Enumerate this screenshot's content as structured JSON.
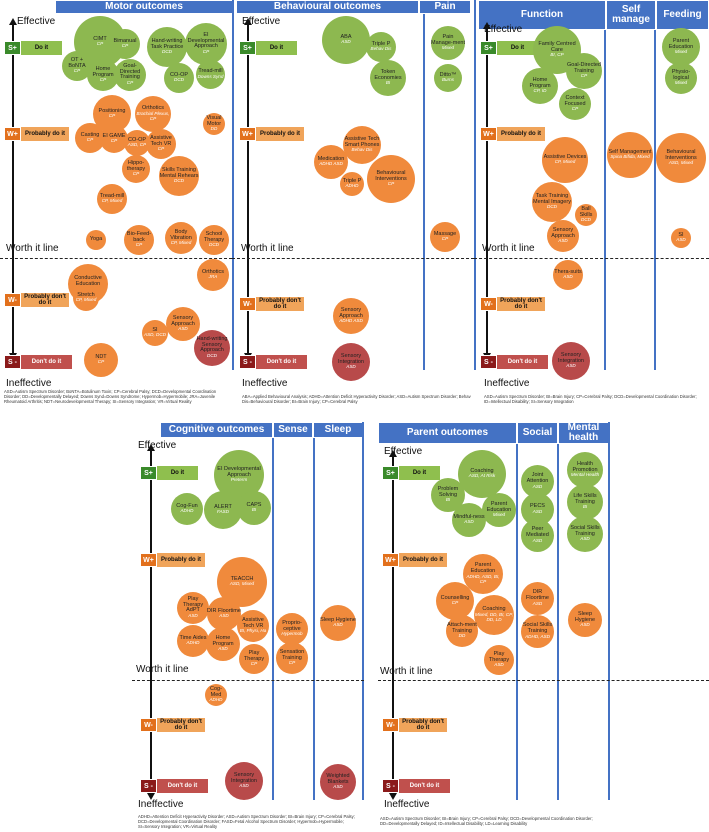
{
  "colors": {
    "header": "#4472c4",
    "green": "#8db850",
    "orange": "#f08a3c",
    "red": "#b84a4a"
  },
  "common": {
    "effective": "Effective",
    "ineffective": "Ineffective",
    "worth": "Worth it line",
    "sp": "S+",
    "wp": "W+",
    "wm": "W-",
    "sm": "S -",
    "do": "Do it",
    "pdo": "Probably do it",
    "pdont": "Probably don't do it",
    "dont": "Don't do it"
  },
  "headers": {
    "motor": "Motor outcomes",
    "behav": "Behavioural outcomes",
    "pain": "Pain",
    "function": "Function",
    "selfman": "Self manage",
    "feeding": "Feeding",
    "cog": "Cognitive outcomes",
    "sense": "Sense",
    "sleep": "Sleep",
    "parent": "Parent outcomes",
    "social": "Social",
    "mental": "Mental health"
  },
  "footnotes": {
    "motor": "ASD=Autism Spectrum Disorder; BoNTA=Botulinum Toxin; CP=Cerebral Palsy; DCD=Developmental Coordination Disorder; DD=Developmentally Delayed; Downs Synd=Downs Syndrome; Hypermob=Hypermobile; JRA=Juvenile Rheumatoid Arthritis; NDT=Neurodevelopmental Therapy; SI=Sensory Integration; VR=Virtual Reality",
    "behav": "ABA=Applied Behavioural Analysis; ADHD=Attention Deficit Hyperactivity Disorder; ASD=Autism Spectrum Disorder; Behav Dis=Behavioural Disorder; BI=Brain Injury; CP=Cerebral Palsy",
    "function": "ASD=Autism Spectrum Disorder; BI=Brain Injury; CP=Cerebral Palsy; DCD=Developmental Coordination Disorder; ID=Intellectual Disability; SI=Sensory Integration",
    "cog": "ADHD=Attention Deficit Hyperactivity Disorder; ASD=Autism Spectrum Disorder; BI=Brain Injury; CP=Cerebral Palsy; DCD=Developmental Coordination Disorder; FASD=Fetal Alcohol Spectrum Disorder; Hypermob=Hypermobile; SI=Sensory Integration; VR=Virtual Reality",
    "parent": "ASD=Autism Spectrum Disorder; BI=Brain Injury; CP=Cerebral Palsy; DCD=Developmental Coordination Disorder; DD=Developmentally Delayed; ID=Intellectual Disability; LD=Learning Disability"
  },
  "bubbles": [
    {
      "n": "CIMT",
      "s": "CP"
    },
    {
      "n": "Bimanual",
      "s": "CP"
    },
    {
      "n": "Hand-writing Task Practice",
      "s": "DCD"
    },
    {
      "n": "EI Developmental Approach",
      "s": "CP"
    },
    {
      "n": "OT + BoNTA",
      "s": "CP"
    },
    {
      "n": "Home Program",
      "s": "CP"
    },
    {
      "n": "Goal-Directed Training",
      "s": "CP"
    },
    {
      "n": "CO-OP",
      "s": "DCD"
    },
    {
      "n": "Tread-mill",
      "s": "Downs Synd"
    },
    {
      "n": "Positioning",
      "s": "CP"
    },
    {
      "n": "Orthotics",
      "s": "Brachial Plexus, CP"
    },
    {
      "n": "Visual Motor",
      "s": "DD"
    },
    {
      "n": "Casting",
      "s": "CP"
    },
    {
      "n": "EI GAME",
      "s": "CP"
    },
    {
      "n": "CO-OP",
      "s": "ASD, CP"
    },
    {
      "n": "Assistive Tech VR",
      "s": "CP"
    },
    {
      "n": "Hippo-therapy",
      "s": "CP"
    },
    {
      "n": "Skills Training Mental Rehears",
      "s": "DCD"
    },
    {
      "n": "Tread-mill",
      "s": "CP, Mixed"
    },
    {
      "n": "Yoga",
      "s": ""
    },
    {
      "n": "Bio-Feed-back",
      "s": "CP"
    },
    {
      "n": "Body Vibration",
      "s": "CP, Mixed"
    },
    {
      "n": "School Therapy",
      "s": "DCD"
    },
    {
      "n": "Conductive Education",
      "s": "CP"
    },
    {
      "n": "Stretch",
      "s": "CP, Mixed"
    },
    {
      "n": "Orthotics",
      "s": "JRA"
    },
    {
      "n": "SI",
      "s": "ASD, DCD"
    },
    {
      "n": "Sensory Approach",
      "s": "ASD"
    },
    {
      "n": "NDT",
      "s": "CP"
    },
    {
      "n": "Hand-writing Sensory Approach",
      "s": "DCD"
    },
    {
      "n": "ABA",
      "s": "ASD"
    },
    {
      "n": "Triple P",
      "s": "Behav Dis"
    },
    {
      "n": "Token Economies",
      "s": "BI"
    },
    {
      "n": "Assistive Tech Smart Phones",
      "s": "Behav Dis"
    },
    {
      "n": "Medication",
      "s": "ADHD ASD"
    },
    {
      "n": "Triple P",
      "s": "ADHD"
    },
    {
      "n": "Behavioural Interventions",
      "s": "CP"
    },
    {
      "n": "Sensory Approach",
      "s": "ADHD ASD"
    },
    {
      "n": "Sensory Integration",
      "s": "ASD"
    },
    {
      "n": "Pain Manage-ment",
      "s": "Mixed"
    },
    {
      "n": "Ditto™",
      "s": "Burns"
    },
    {
      "n": "Massage",
      "s": "CP"
    },
    {
      "n": "Family Centred Care",
      "s": "BI, CP"
    },
    {
      "n": "Goal-Directed Training",
      "s": "CP"
    },
    {
      "n": "Home Program",
      "s": "CP, ID"
    },
    {
      "n": "Context Focused",
      "s": "CP"
    },
    {
      "n": "Assistive Devices",
      "s": "CP, Mixed"
    },
    {
      "n": "Task Training Mental Imagery",
      "s": "DCD"
    },
    {
      "n": "Ball Skills",
      "s": "DCD"
    },
    {
      "n": "Sensory Approach",
      "s": "ASD"
    },
    {
      "n": "Thera-suits",
      "s": "ASD"
    },
    {
      "n": "Sensory Integration",
      "s": "ASD"
    },
    {
      "n": "Self Management",
      "s": "Spina Bifida, Mixed"
    },
    {
      "n": "Parent Education",
      "s": "Mixed"
    },
    {
      "n": "Physio-logical",
      "s": "Mixed"
    },
    {
      "n": "Behavioural Interventions",
      "s": "ASD, Mixed"
    },
    {
      "n": "SI",
      "s": "ASD"
    },
    {
      "n": "EI Developmental Approach",
      "s": "Preterm"
    },
    {
      "n": "Cog-Fun",
      "s": "ADHD"
    },
    {
      "n": "ALERT",
      "s": "FASD"
    },
    {
      "n": "CAPS",
      "s": "BI"
    },
    {
      "n": "TEACCH",
      "s": "ASD, Mixed"
    },
    {
      "n": "Play Therapy AdPT",
      "s": "ASD"
    },
    {
      "n": "DIR Floortime",
      "s": "ASD"
    },
    {
      "n": "Assistive Tech VR",
      "s": "BI, Physi, Ha"
    },
    {
      "n": "Time Aides",
      "s": "ADHD"
    },
    {
      "n": "Home Program",
      "s": "ASD"
    },
    {
      "n": "Play Therapy",
      "s": "CP"
    },
    {
      "n": "Cog-Med",
      "s": "ADHD"
    },
    {
      "n": "Sensory Integration",
      "s": "ASD"
    },
    {
      "n": "Proprio-ceptive",
      "s": "Hypermob"
    },
    {
      "n": "Sensation Training",
      "s": "CP"
    },
    {
      "n": "Sleep Hygiene",
      "s": "ASD"
    },
    {
      "n": "Weighted Blankets",
      "s": "ASD"
    },
    {
      "n": "Coaching",
      "s": "ASD, At Risk"
    },
    {
      "n": "Problem Solving",
      "s": "BI"
    },
    {
      "n": "Parent Education",
      "s": "Mixed"
    },
    {
      "n": "Mindful-ness",
      "s": "ASD"
    },
    {
      "n": "Parent Education",
      "s": "ADHD, ASD, BI, CP"
    },
    {
      "n": "Counselling",
      "s": "CP"
    },
    {
      "n": "Coaching",
      "s": "Mixed, DD, BI, CP, DD, LD"
    },
    {
      "n": "Attach-ment Training",
      "s": "DD"
    },
    {
      "n": "Play Therapy",
      "s": "ASD"
    },
    {
      "n": "Joint Attention",
      "s": "ASD"
    },
    {
      "n": "PECS",
      "s": "ASD"
    },
    {
      "n": "Peer Mediated",
      "s": "ASD"
    },
    {
      "n": "DIR Floortime",
      "s": "ASD"
    },
    {
      "n": "Social Skills Training",
      "s": "ADHD, ASD"
    },
    {
      "n": "Health Promotion",
      "s": "Mental Health"
    },
    {
      "n": "Life Skills Training",
      "s": "BI"
    },
    {
      "n": "Social Skills Training",
      "s": "ASD"
    },
    {
      "n": "Sleep Hygiene",
      "s": "ASD"
    }
  ]
}
